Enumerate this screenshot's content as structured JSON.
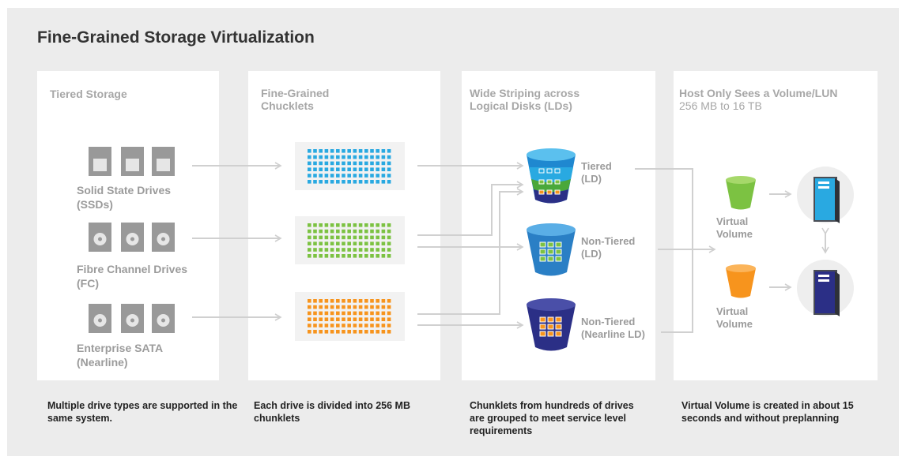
{
  "title": "Fine-Grained Storage Virtualization",
  "columns": [
    {
      "header": "Tiered Storage",
      "caption": "Multiple drive types are supported in the same system."
    },
    {
      "header_line1": "Fine-Grained",
      "header_line2": "Chucklets",
      "caption": "Each drive is divided into 256 MB chunklets"
    },
    {
      "header_line1": "Wide Striping across",
      "header_line2": "Logical Disks (LDs)",
      "caption": "Chunklets from hundreds of drives are grouped to meet service level requirements"
    },
    {
      "header": "Host Only Sees a Volume/LUN",
      "subheader": "256 MB to 16 TB",
      "caption": "Virtual Volume is created in about 15 seconds and without preplanning"
    }
  ],
  "drives": [
    {
      "label_line1": "Solid State Drives",
      "label_line2": "(SSDs)",
      "icon": "ssd-icon"
    },
    {
      "label_line1": "Fibre Channel Drives",
      "label_line2": "(FC)",
      "icon": "disk-icon"
    },
    {
      "label_line1": "Enterprise SATA",
      "label_line2": "(Nearline)",
      "icon": "disk-icon"
    }
  ],
  "logical_disks": [
    {
      "label_line1": "Tiered",
      "label_line2": "(LD)"
    },
    {
      "label_line1": "Non-Tiered",
      "label_line2": "(LD)"
    },
    {
      "label_line1": "Non-Tiered",
      "label_line2": "(Nearline LD)"
    }
  ],
  "volumes": [
    {
      "label_line1": "Virtual",
      "label_line2": "Volume"
    },
    {
      "label_line1": "Virtual",
      "label_line2": "Volume"
    }
  ],
  "colors": {
    "background": "#ececec",
    "panel": "#ffffff",
    "ssd": "#29a9e1",
    "fc": "#7cc242",
    "sata": "#f7941d",
    "navy": "#2b2f86",
    "mid_blue": "#1f7fc4",
    "server_dark": "#3a3d45",
    "arrow": "#d0d0d0"
  }
}
